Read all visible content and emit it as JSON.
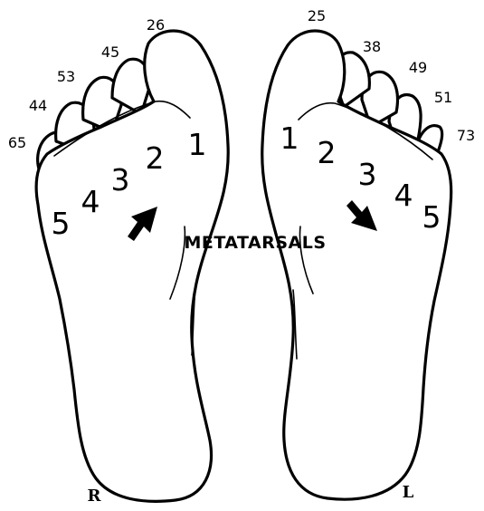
{
  "center_label": "METATARSALS",
  "right_foot": {
    "side_label": "R",
    "toe_numbers": [
      "26",
      "45",
      "53",
      "44",
      "65"
    ],
    "metatarsals": [
      "1",
      "2",
      "3",
      "4",
      "5"
    ]
  },
  "left_foot": {
    "side_label": "L",
    "toe_numbers": [
      "25",
      "38",
      "49",
      "51",
      "73"
    ],
    "metatarsals": [
      "1",
      "2",
      "3",
      "4",
      "5"
    ]
  }
}
